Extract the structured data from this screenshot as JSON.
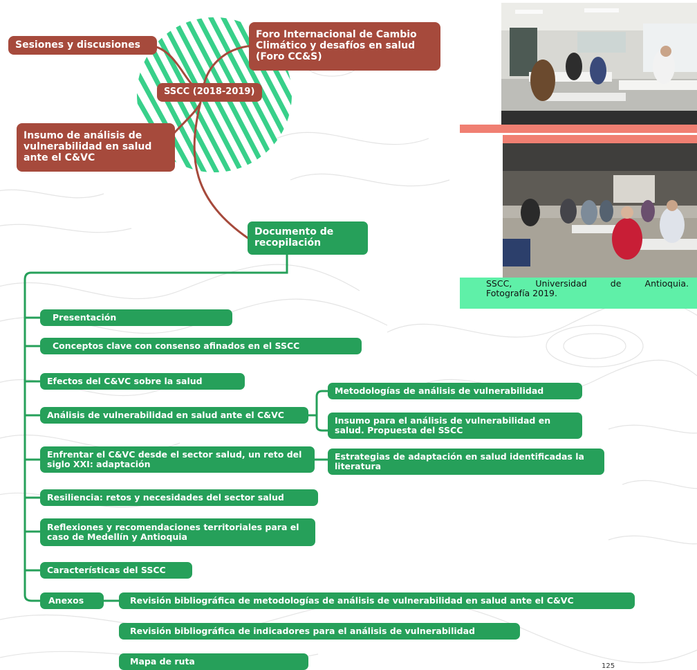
{
  "colors": {
    "hub_red": "#a64a3c",
    "branch_green": "#26a05a",
    "stripe_green": "#38d08a",
    "caption_bg": "#5ff0a8",
    "photo_band": "#f07f72"
  },
  "diagram": {
    "top": {
      "sessions": "Sesiones y discusiones",
      "forum": "Foro Internacional de Cambio Climático y desafíos en salud (Foro CC&S)",
      "hub": "SSCC (2018-2019)",
      "input": "Insumo de análisis de vulnerabilidad en salud ante el C&VC"
    },
    "document": "Documento de recopilación",
    "chapters": {
      "presentacion": "Presentación",
      "conceptos": "Conceptos clave con consenso afinados en el SSCC",
      "efectos": "Efectos del C&VC sobre la salud",
      "analisis": "Análisis de vulnerabilidad en salud ante el C&VC",
      "enfrentar": "Enfrentar el C&VC desde el sector salud, un reto del siglo XXI: adaptación",
      "resiliencia": "Resiliencia: retos y necesidades del sector salud",
      "reflexiones": "Reflexiones y recomendaciones territoriales para el caso de Medellín y Antioquia",
      "caracteristicas": "Características del SSCC",
      "anexos": "Anexos"
    },
    "sub": {
      "metodologias": "Metodologías de análisis de vulnerabilidad",
      "insumo_propuesta": "Insumo para el análisis de vulnerabilidad en salud. Propuesta del SSCC",
      "estrategias": "Estrategias de adaptación en salud identificadas la literatura",
      "anexo_1": "Revisión bibliográfica de metodologías de análisis de vulnerabilidad en salud ante el C&VC",
      "anexo_2": "Revisión bibliográfica de indicadores para el análisis de vulnerabilidad",
      "anexo_3": "Mapa de ruta"
    }
  },
  "photos": {
    "top_icon": "classroom-photo",
    "bottom_icon": "meeting-room-photo",
    "caption_line1": [
      "SSCC,",
      "Universidad",
      "de",
      "Antioquia."
    ],
    "caption_line2": "Fotografía 2019."
  },
  "page_number": "125"
}
